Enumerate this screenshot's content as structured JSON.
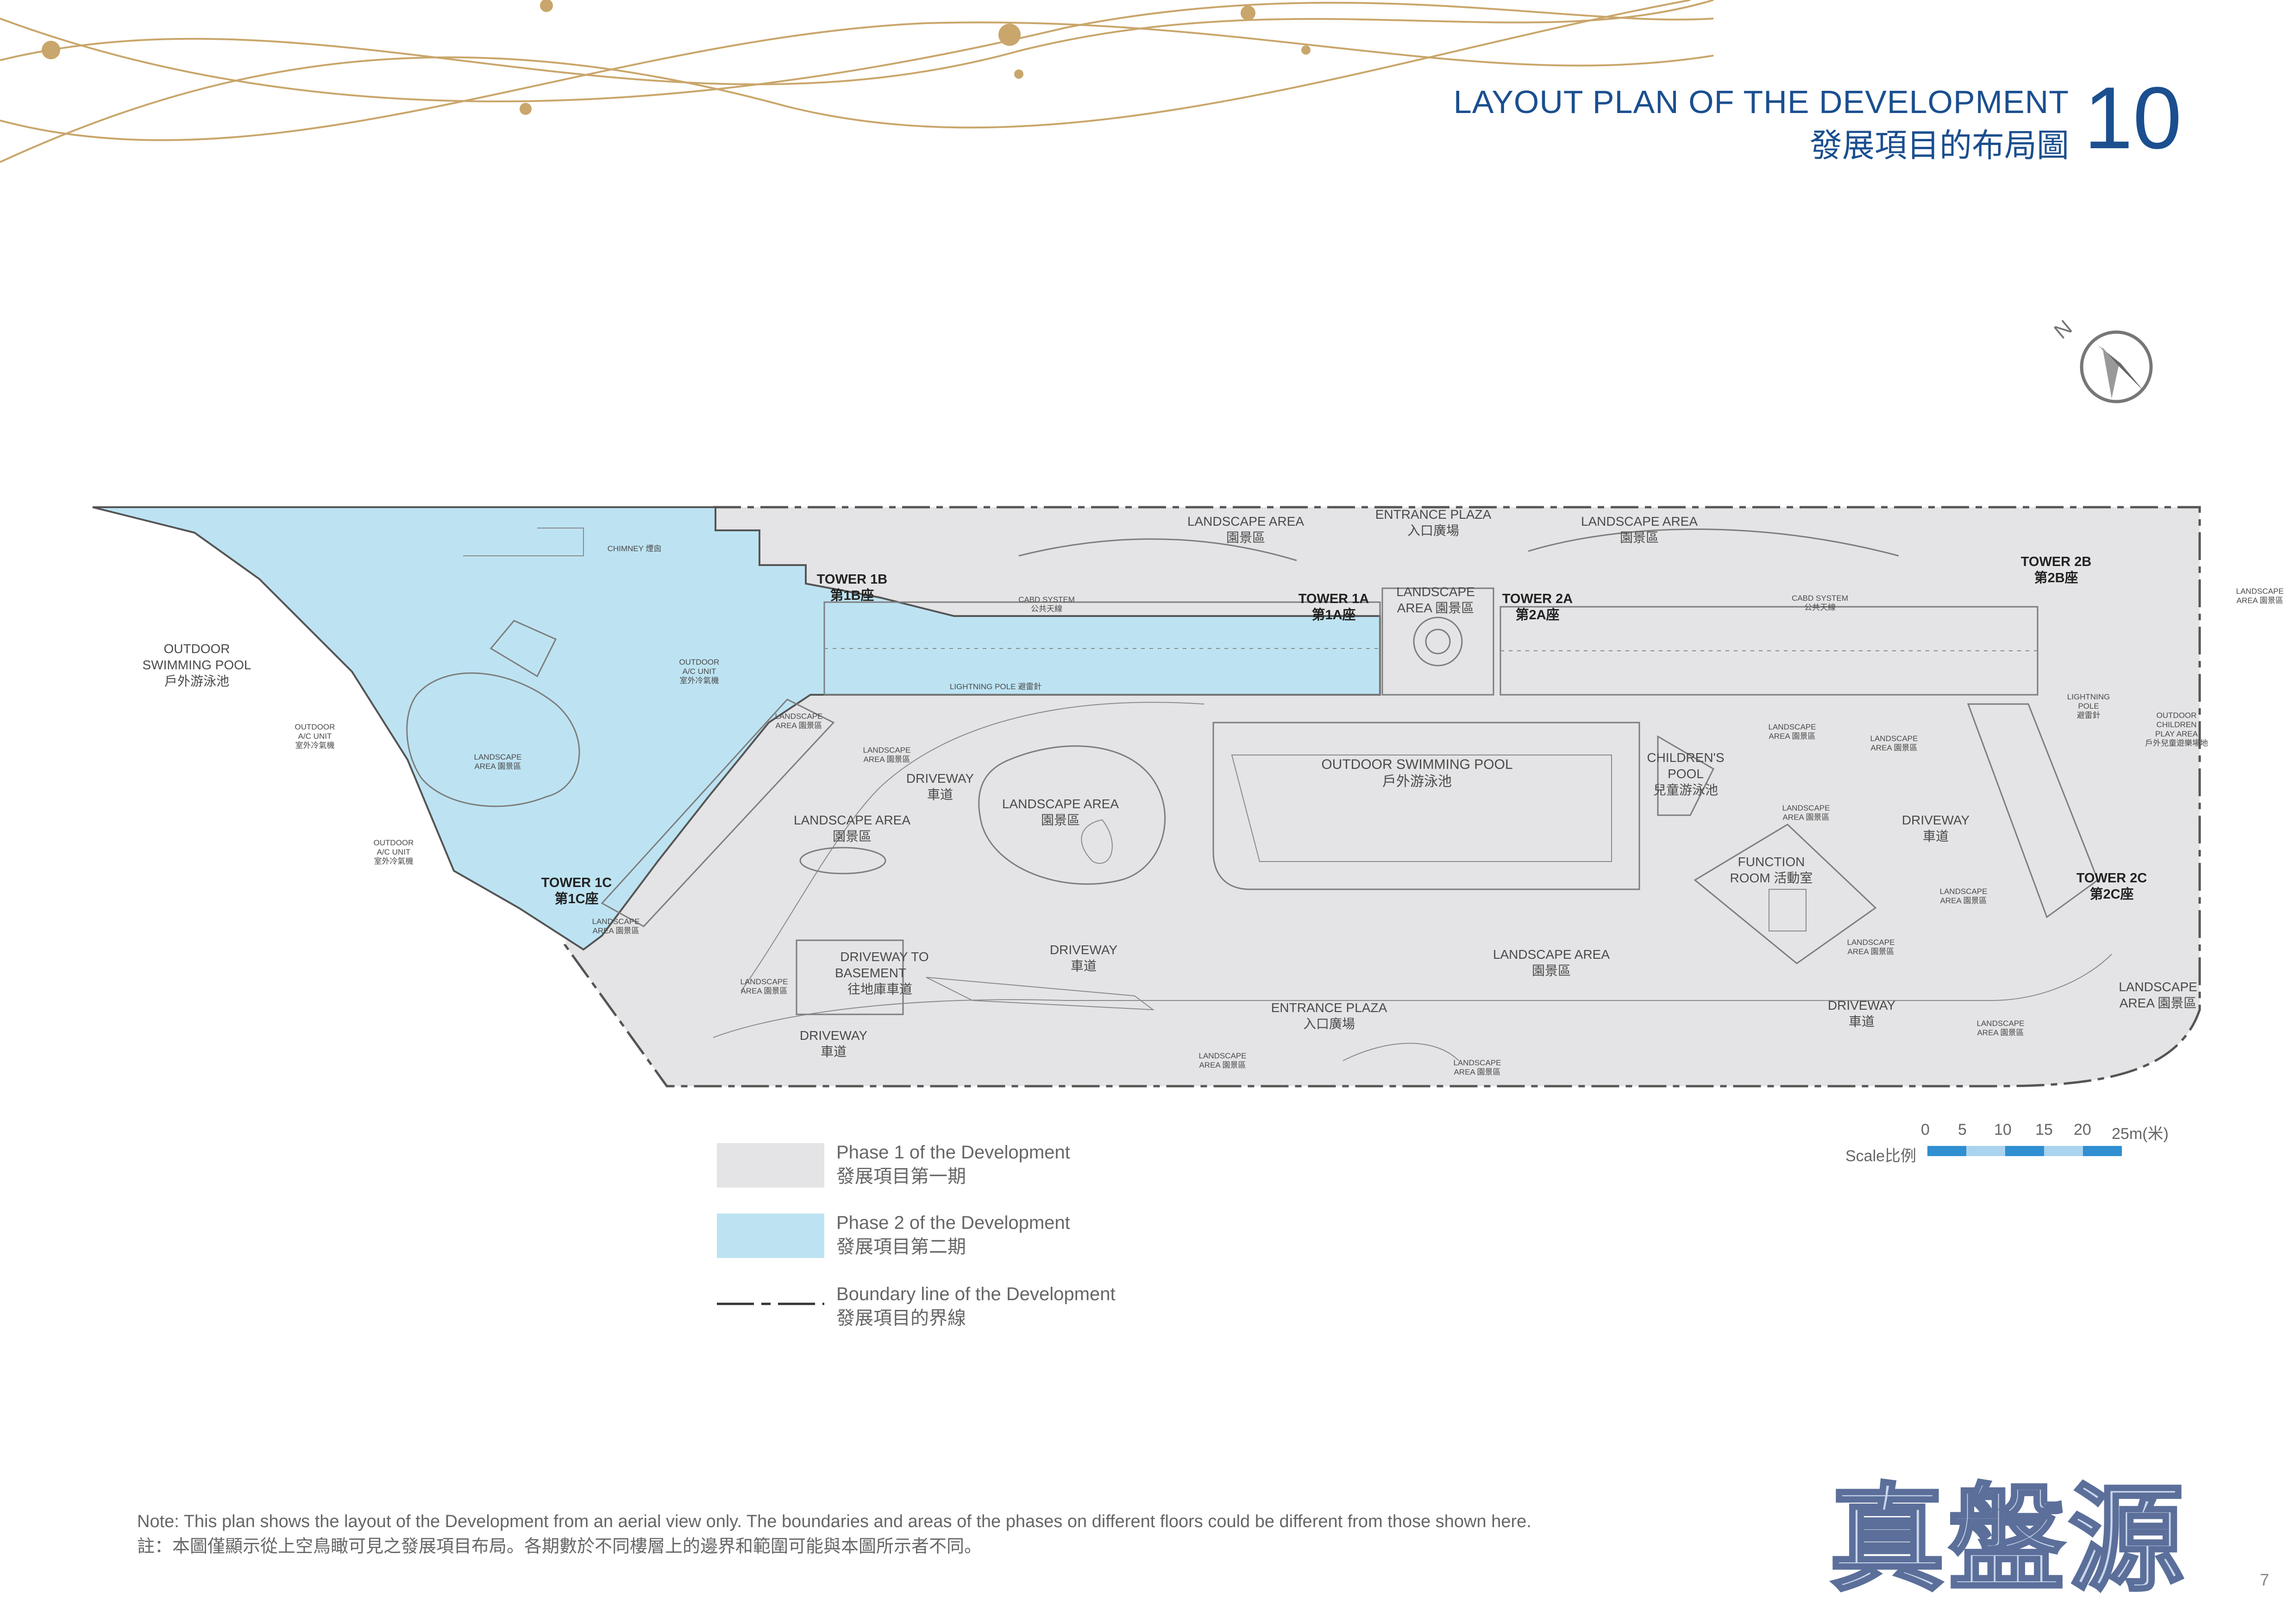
{
  "header": {
    "title_en": "LAYOUT PLAN OF THE DEVELOPMENT",
    "title_zh": "發展項目的布局圖",
    "page_number": "10"
  },
  "colors": {
    "phase1": "#e4e4e6",
    "phase2": "#bde3f2",
    "accent_blue": "#1b4f8f",
    "scale_blue": "#2f8fd0",
    "gold": "#c9a66b"
  },
  "map_labels": {
    "outdoor_pool_left_en": "OUTDOOR",
    "outdoor_pool_left_en2": "SWIMMING POOL",
    "outdoor_pool_left_zh": "戶外游泳池",
    "chimney": "CHIMNEY 煙囪",
    "outdoor_ac_unit_en": "OUTDOOR",
    "outdoor_ac_unit_en2": "A/C UNIT",
    "outdoor_ac_unit_zh": "室外冷氣機",
    "tower_1b_en": "TOWER 1B",
    "tower_1b_zh": "第1B座",
    "tower_1a_en": "TOWER 1A",
    "tower_1a_zh": "第1A座",
    "tower_1c_en": "TOWER 1C",
    "tower_1c_zh": "第1C座",
    "tower_2a_en": "TOWER 2A",
    "tower_2a_zh": "第2A座",
    "tower_2b_en": "TOWER 2B",
    "tower_2b_zh": "第2B座",
    "tower_2c_en": "TOWER 2C",
    "tower_2c_zh": "第2C座",
    "landscape_en": "LANDSCAPE AREA",
    "landscape_zh": "園景區",
    "landscape_small_en": "LANDSCAPE",
    "landscape_small_en2": "AREA 園景區",
    "entrance_plaza_en": "ENTRANCE PLAZA",
    "entrance_plaza_zh": "入口廣場",
    "landscape_center_en": "LANDSCAPE",
    "landscape_center_en2": "AREA 園景區",
    "cabd_en": "CABD SYSTEM",
    "cabd_zh": "公共天線",
    "lightning_pole": "LIGHTNING POLE 避雷針",
    "lightning_pole_en": "LIGHTNING",
    "lightning_pole_en2": "POLE",
    "lightning_pole_zh": "避雷針",
    "driveway_en": "DRIVEWAY",
    "driveway_zh": "車道",
    "outdoor_pool_center_en": "OUTDOOR SWIMMING POOL",
    "outdoor_pool_center_zh": "戶外游泳池",
    "childrens_pool_en": "CHILDREN'S",
    "childrens_pool_en2": "POOL",
    "childrens_pool_zh": "兒童游泳池",
    "function_room_en": "FUNCTION",
    "function_room_en2": "ROOM 活動室",
    "driveway_basement_en": "DRIVEWAY TO",
    "driveway_basement_en2": "BASEMENT",
    "driveway_basement_zh": "往地庫車道",
    "children_play_en": "OUTDOOR",
    "children_play_en2": "CHILDREN",
    "children_play_en3": "PLAY AREA",
    "children_play_zh": "戶外兒童遊樂場地"
  },
  "legend": [
    {
      "en": "Phase 1 of the Development",
      "zh": "發展項目第一期"
    },
    {
      "en": "Phase 2 of the Development",
      "zh": "發展項目第二期"
    },
    {
      "en": "Boundary line of the Development",
      "zh": "發展項目的界線"
    }
  ],
  "scale": {
    "label": "Scale比例",
    "ticks": [
      "0",
      "5",
      "10",
      "15",
      "20",
      "25m(米)"
    ]
  },
  "note": {
    "en": "Note: This plan shows the layout of the Development from an aerial view only. The boundaries and areas of the phases on different floors could be different from those shown here.",
    "zh": "註：本圖僅顯示從上空鳥瞰可見之發展項目布局。各期數於不同樓層上的邊界和範圍可能與本圖所示者不同。"
  },
  "stamp_text": "真盤源",
  "page_corner": "7"
}
